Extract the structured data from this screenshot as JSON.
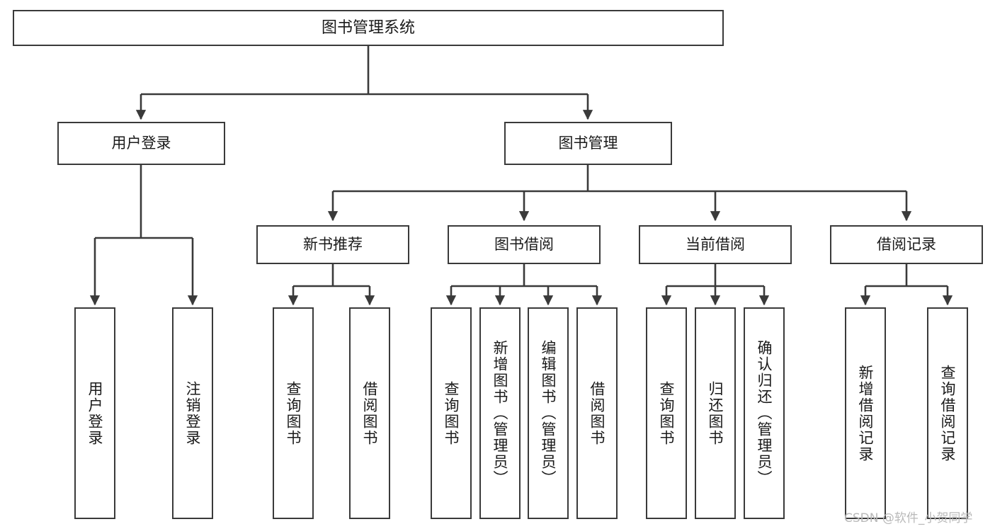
{
  "diagram": {
    "title": "图书管理系统",
    "type": "tree-hierarchy-diagram",
    "orientation": "top-down",
    "colors": {
      "stroke": "#3a3a3a",
      "fill": "#ffffff",
      "text": "#1a1a1a",
      "watermark": "#b9b9b9"
    }
  },
  "nodes": {
    "root": {
      "label": "图书管理系统"
    },
    "level2": [
      {
        "id": "user-login",
        "label": "用户登录"
      },
      {
        "id": "book-manage",
        "label": "图书管理"
      }
    ],
    "level3": [
      {
        "id": "new-book-recommend",
        "label": "新书推荐"
      },
      {
        "id": "book-borrow",
        "label": "图书借阅"
      },
      {
        "id": "current-borrow",
        "label": "当前借阅"
      },
      {
        "id": "borrow-record",
        "label": "借阅记录"
      }
    ],
    "leaves": {
      "user-login": [
        {
          "id": "leaf-user-login",
          "label": "用户登录"
        },
        {
          "id": "leaf-user-logout",
          "label": "注销登录"
        }
      ],
      "new-book-recommend": [
        {
          "id": "leaf-query-book-1",
          "label": "查询图书"
        },
        {
          "id": "leaf-borrow-book-1",
          "label": "借阅图书"
        }
      ],
      "book-borrow": [
        {
          "id": "leaf-query-book-2",
          "label": "查询图书"
        },
        {
          "id": "leaf-add-book",
          "label": "新增图书（管理员）"
        },
        {
          "id": "leaf-edit-book",
          "label": "编辑图书（管理员）"
        },
        {
          "id": "leaf-borrow-book-2",
          "label": "借阅图书"
        }
      ],
      "current-borrow": [
        {
          "id": "leaf-query-book-3",
          "label": "查询图书"
        },
        {
          "id": "leaf-return-book",
          "label": "归还图书"
        },
        {
          "id": "leaf-confirm-return",
          "label": "确认归还（管理员）"
        }
      ],
      "borrow-record": [
        {
          "id": "leaf-add-record",
          "label": "新增借阅记录"
        },
        {
          "id": "leaf-query-record",
          "label": "查询借阅记录"
        }
      ]
    }
  },
  "watermark": {
    "text": "CSDN @软件_小贺同学"
  }
}
